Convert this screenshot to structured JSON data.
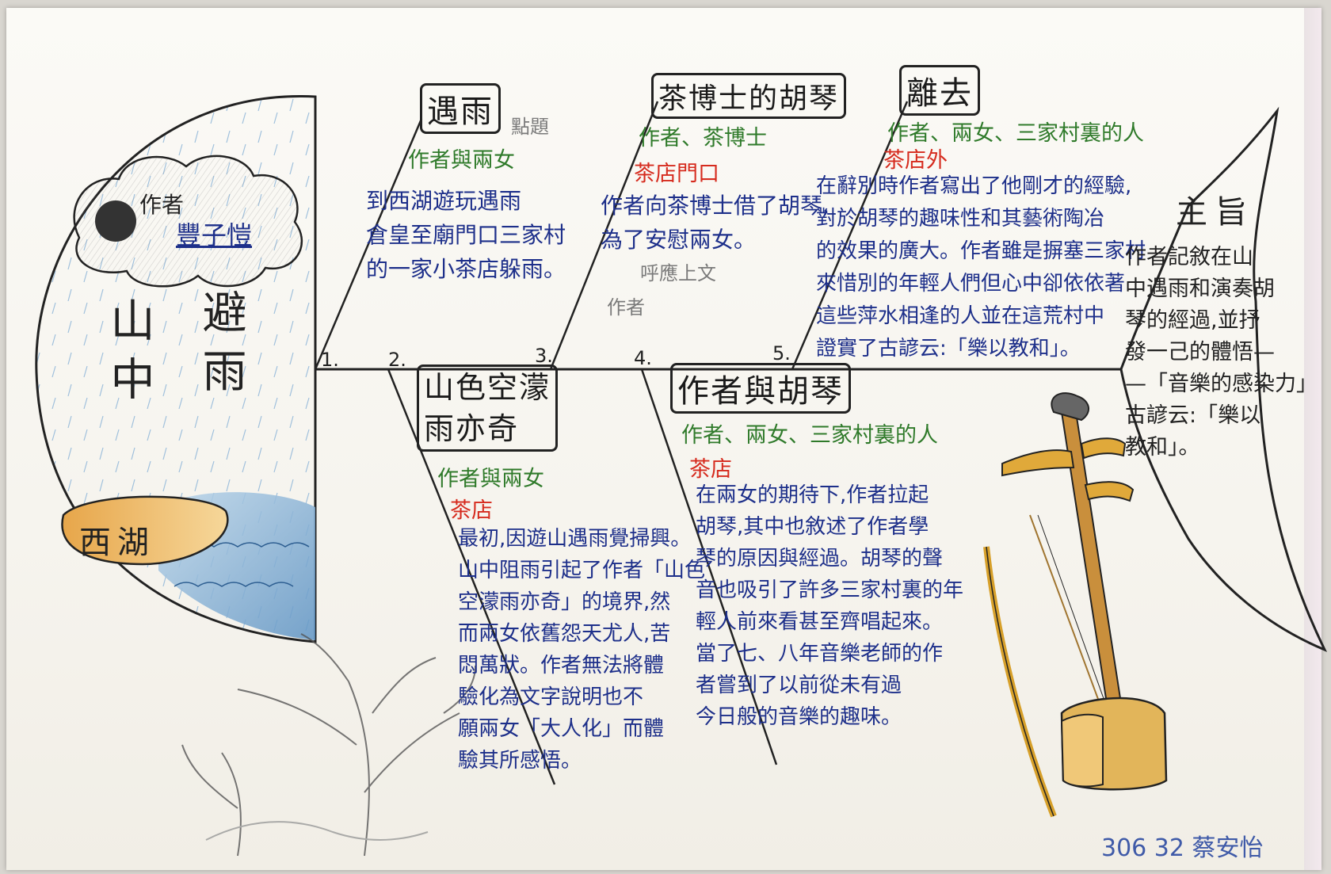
{
  "head": {
    "author_label": "作者",
    "author_name": "豐子愷",
    "title_col1": "避雨",
    "title_col2": "山中",
    "lake": "西湖"
  },
  "bones": {
    "b1": {
      "num": "1.",
      "title": "遇雨",
      "pencil": "點題",
      "people": "作者與兩女",
      "text": "到西湖遊玩遇雨\n倉皇至廟門口三家村\n的一家小茶店躲雨。"
    },
    "b2": {
      "num": "2.",
      "title": "山色空濛\n雨亦奇",
      "people": "作者與兩女",
      "place": "茶店",
      "text": "最初,因遊山遇雨覺掃興。\n山中阻雨引起了作者「山色\n空濛雨亦奇」的境界,然\n而兩女依舊怨天尤人,苦\n悶萬狀。作者無法將體\n驗化為文字說明也不\n願兩女「大人化」而體\n驗其所感悟。"
    },
    "b3": {
      "num": "3.",
      "title": "茶博士的胡琴",
      "people": "作者、茶博士",
      "place": "茶店門口",
      "text": "作者向茶博士借了胡琴,\n為了安慰兩女。",
      "pencil1": "呼應上文",
      "pencil2": "作者"
    },
    "b4": {
      "num": "4.",
      "title": "作者與胡琴",
      "people": "作者、兩女、三家村裏的人",
      "place": "茶店",
      "text": "在兩女的期待下,作者拉起\n胡琴,其中也敘述了作者學\n琴的原因與經過。胡琴的聲\n音也吸引了許多三家村裏的年\n輕人前來看甚至齊唱起來。\n當了七、八年音樂老師的作\n者嘗到了以前從未有過\n今日般的音樂的趣味。"
    },
    "b5": {
      "num": "5.",
      "title": "離去",
      "people": "作者、兩女、三家村裏的人",
      "place": "茶店外",
      "text": "在辭別時作者寫出了他剛才的經驗,\n對於胡琴的趣味性和其藝術陶冶\n的效果的廣大。作者雖是摒塞三家村\n來惜別的年輕人們但心中卻依依著\n這些萍水相逢的人並在這荒村中\n證實了古諺云:「樂以教和」。"
    }
  },
  "tail": {
    "title": "主旨",
    "text": "作者記敘在山\n中遇雨和演奏胡\n琴的經過,並抒\n發一己的體悟—\n—「音樂的感染力」\n古諺云:「樂以\n教和」。"
  },
  "signature": "306 32 蔡安怡",
  "colors": {
    "ink": "#222222",
    "green": "#2f7a2a",
    "red": "#d62b1e",
    "blue": "#1d2f8a",
    "lake_blue": "#7fb3d6",
    "wood": "#e0a93a",
    "pencil": "#7a7a7a"
  }
}
